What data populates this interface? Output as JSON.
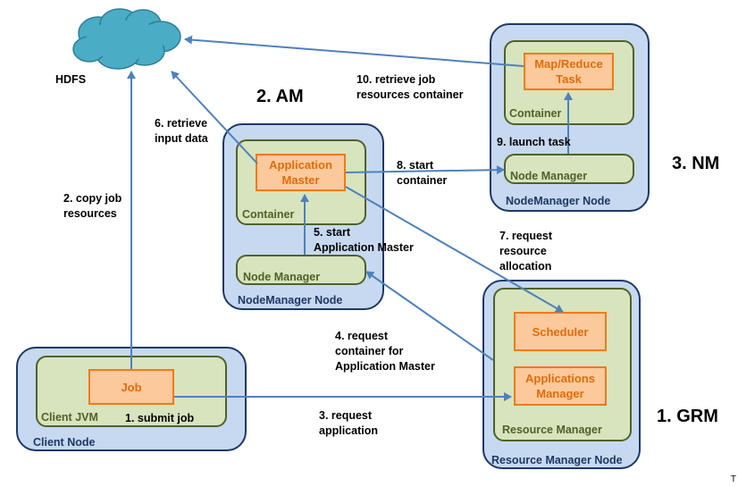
{
  "hdfs": {
    "label": "HDFS"
  },
  "client_node": {
    "label": "Client Node",
    "jvm_label": "Client JVM",
    "job_label": "Job"
  },
  "am_node": {
    "label": "NodeManager Node",
    "container_label": "Container",
    "am_label": "Application\nMaster",
    "nm_label": "Node Manager"
  },
  "nm_node": {
    "label": "NodeManager Node",
    "container_label": "Container",
    "task_label": "Map/Reduce\nTask",
    "nm_label": "Node Manager"
  },
  "rm_node": {
    "label": "Resource Manager Node",
    "rm_label": "Resource Manager",
    "scheduler_label": "Scheduler",
    "apps_manager_label": "Applications\nManager"
  },
  "headings": {
    "am": "2. AM",
    "nm": "3. NM",
    "grm": "1. GRM"
  },
  "steps": {
    "s1": "1. submit job",
    "s2": "2. copy job\nresources",
    "s3": "3. request\napplication",
    "s4": "4. request\ncontainer for\nApplication Master",
    "s5": "5. start\nApplication Master",
    "s6": "6. retrieve\ninput data",
    "s7": "7. request\nresource\nallocation",
    "s8": "8. start\ncontainer",
    "s9": "9. launch task",
    "s10": "10. retrieve job\nresources container"
  },
  "corner_mark": "T",
  "colors": {
    "arrow": "#4f81bd",
    "node_fill": "#c6d9f1",
    "container_fill": "#d7e4bd",
    "box_fill": "#fbc99b",
    "box_text": "#e36c09",
    "cloud": "#4bacc6"
  }
}
